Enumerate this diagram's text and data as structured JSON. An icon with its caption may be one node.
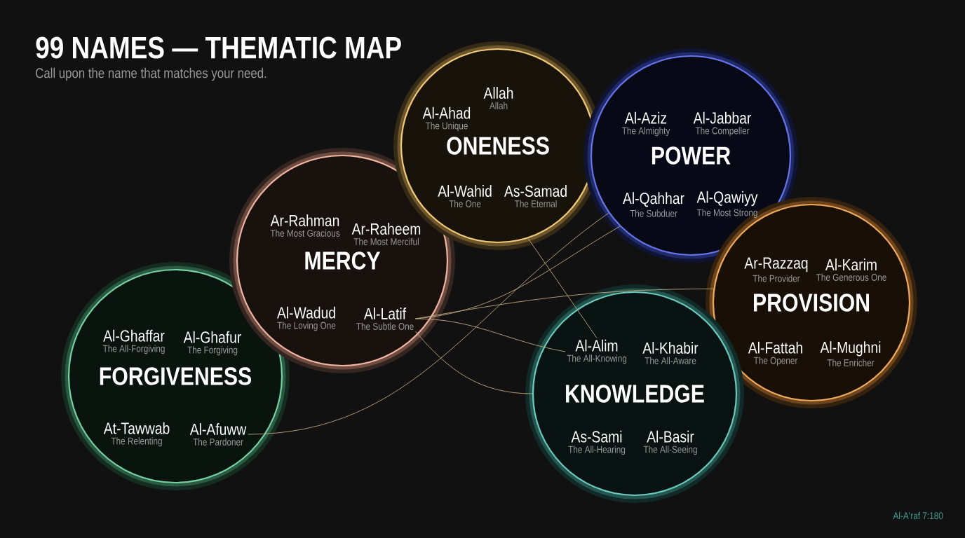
{
  "diagram": {
    "title": "99 NAMES — THEMATIC MAP",
    "nodes": [
      {
        "text": [
          "ONENESS"
        ]
      },
      {
        "text": [
          "Allah",
          "Allah"
        ],
        "in": 0
      },
      {
        "text": [
          "Al-Ahad",
          "The Unique"
        ],
        "in": 0
      },
      {
        "text": [
          "Al-Wahid",
          "The One"
        ],
        "in": 0
      },
      {
        "text": [
          "As-Samad",
          "The Eternal"
        ],
        "in": 0
      },
      {
        "text": [
          "POWER"
        ]
      },
      {
        "text": [
          "Al-Aziz",
          "The Almighty"
        ],
        "in": 5
      },
      {
        "text": [
          "Al-Jabbar",
          "The Compeller"
        ],
        "in": 5
      },
      {
        "text": [
          "Al-Qahhar",
          "The Subduer"
        ],
        "in": 5
      },
      {
        "text": [
          "Al-Qawiyy",
          "The Most Strong"
        ],
        "in": 5
      },
      {
        "text": [
          "MERCY"
        ]
      },
      {
        "text": [
          "Ar-Rahman",
          "The Most Gracious"
        ],
        "in": 10
      },
      {
        "text": [
          "Ar-Raheem",
          "The Most Merciful"
        ],
        "in": 10
      },
      {
        "text": [
          "Al-Wadud",
          "The Loving One"
        ],
        "in": 10
      },
      {
        "text": [
          "Al-Latif",
          "The Subtle One"
        ],
        "in": 10
      },
      {
        "text": [
          "PROVISION"
        ]
      },
      {
        "text": [
          "Ar-Razzaq",
          "The Provider"
        ],
        "in": 15
      },
      {
        "text": [
          "Al-Karim",
          "The Generous One"
        ],
        "in": 15
      },
      {
        "text": [
          "Al-Fattah",
          "The Opener"
        ],
        "in": 15
      },
      {
        "text": [
          "Al-Mughni",
          "The Enricher"
        ],
        "in": 15
      },
      {
        "text": [
          "FORGIVENESS"
        ]
      },
      {
        "text": [
          "Al-Ghaffar",
          "The All-Forgiving"
        ],
        "in": 20
      },
      {
        "text": [
          "Al-Ghafur",
          "The Forgiving"
        ],
        "in": 20
      },
      {
        "text": [
          "At-Tawwab",
          "The Relenting"
        ],
        "in": 20
      },
      {
        "text": [
          "Al-Afuww",
          "The Pardoner"
        ],
        "in": 20
      },
      {
        "text": [
          "KNOWLEDGE"
        ]
      },
      {
        "text": [
          "Al-Alim",
          "The All-Knowing"
        ],
        "in": 25
      },
      {
        "text": [
          "Al-Khabir",
          "The All-Aware"
        ],
        "in": 25
      },
      {
        "text": [
          "As-Sami",
          "The All-Hearing"
        ],
        "in": 25
      },
      {
        "text": [
          "Al-Basir",
          "The All-Seeing"
        ],
        "in": 25
      }
    ],
    "edges": [
      {
        "from": 14,
        "to": 26,
        "arrow": "none"
      },
      {
        "from": 14,
        "to": 5,
        "arrow": "none"
      },
      {
        "from": 14,
        "to": 15,
        "arrow": "none"
      },
      {
        "from": 14,
        "to": 25,
        "arrow": "none"
      },
      {
        "from": 0,
        "to": 26,
        "arrow": "none"
      },
      {
        "from": 24,
        "to": 5,
        "arrow": "none"
      }
    ],
    "labels": [
      "Call upon the name that matches your need.",
      "Al-A'raf 7:180"
    ]
  }
}
